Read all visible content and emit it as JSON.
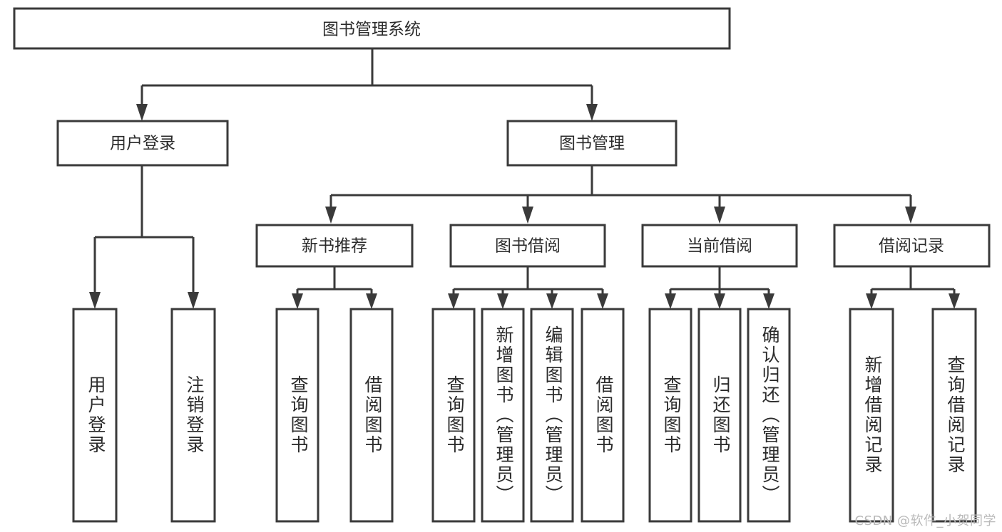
{
  "diagram": {
    "title": "图书管理系统",
    "watermark": "CSDN @软件_小贺同学",
    "colors": {
      "stroke": "#3a3a3a",
      "fill": "#ffffff",
      "text": "#2b2b2b",
      "watermark": "#b9b9b9"
    },
    "levels": {
      "root": {
        "label": "图书管理系统"
      },
      "level2": [
        {
          "label": "用户登录"
        },
        {
          "label": "图书管理"
        }
      ],
      "level3": [
        {
          "label": "新书推荐"
        },
        {
          "label": "图书借阅"
        },
        {
          "label": "当前借阅"
        },
        {
          "label": "借阅记录"
        }
      ],
      "leaves": [
        {
          "label": "用户登录"
        },
        {
          "label": "注销登录"
        },
        {
          "label": "查询图书"
        },
        {
          "label": "借阅图书"
        },
        {
          "label": "查询图书"
        },
        {
          "label": "新增图书（管理员）"
        },
        {
          "label": "编辑图书（管理员）"
        },
        {
          "label": "借阅图书"
        },
        {
          "label": "查询图书"
        },
        {
          "label": "归还图书"
        },
        {
          "label": "确认归还（管理员）"
        },
        {
          "label": "新增借阅记录"
        },
        {
          "label": "查询借阅记录"
        }
      ]
    }
  }
}
